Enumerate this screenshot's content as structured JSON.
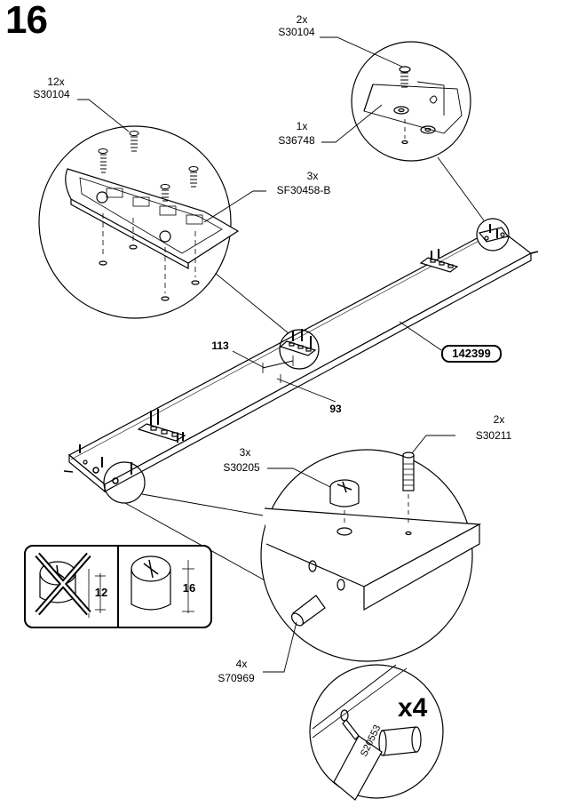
{
  "step_number": "16",
  "part_number": "142399",
  "callouts": {
    "top_screws": {
      "qty": "2x",
      "code": "S30104"
    },
    "left_screws": {
      "qty": "12x",
      "code": "S30104"
    },
    "washer": {
      "qty": "1x",
      "code": "S36748"
    },
    "plate": {
      "qty": "3x",
      "code": "SF30458-B"
    },
    "bolt": {
      "qty": "2x",
      "code": "S30211"
    },
    "cam": {
      "qty": "3x",
      "code": "S30205"
    },
    "dowel": {
      "qty": "4x",
      "code": "S70969"
    }
  },
  "dimensions": {
    "d1": "113",
    "d2": "93"
  },
  "cam_depths": {
    "wrong": "12",
    "right": "16"
  },
  "glue": {
    "multiplier": "x4",
    "tube_code": "S20553"
  }
}
